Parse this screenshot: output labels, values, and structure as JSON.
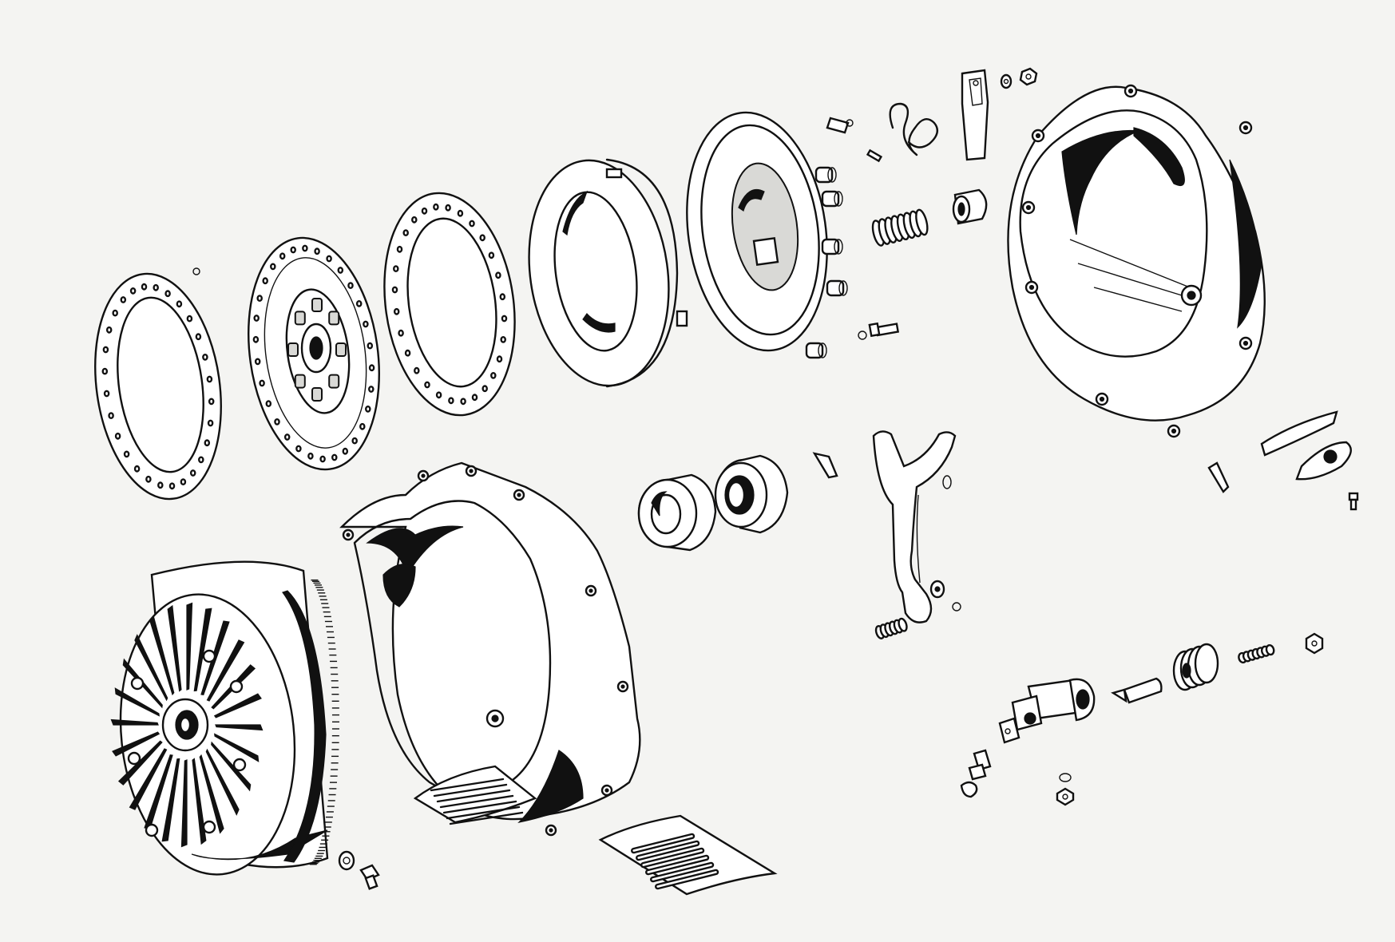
{
  "diagram": {
    "paper_color": "#f4f4f2",
    "ink_color": "#111111",
    "parts": [
      {
        "name": "clutch-facing-ring-front",
        "icon": "perforated-ring"
      },
      {
        "name": "clutch-driven-plate",
        "icon": "sprung-hub-disc"
      },
      {
        "name": "clutch-facing-ring-rear",
        "icon": "perforated-ring"
      },
      {
        "name": "pressure-plate",
        "icon": "flat-annulus"
      },
      {
        "name": "clutch-cover",
        "icon": "cover-assembly"
      },
      {
        "name": "cover-retaining-clip",
        "icon": "clip"
      },
      {
        "name": "retaining-spring-wire",
        "icon": "wire-spring"
      },
      {
        "name": "release-lever-strap",
        "icon": "strap"
      },
      {
        "name": "washer-and-nut-top",
        "icon": "washer-nut"
      },
      {
        "name": "thrust-spring",
        "icon": "coil-spring"
      },
      {
        "name": "spring-cup",
        "icon": "cup"
      },
      {
        "name": "adjusting-screw",
        "icon": "screw"
      },
      {
        "name": "bell-housing-rear",
        "icon": "housing-cover"
      },
      {
        "name": "release-bearing",
        "icon": "bearing"
      },
      {
        "name": "release-bearing-carrier",
        "icon": "bearing-carrier"
      },
      {
        "name": "taper-pin",
        "icon": "pin"
      },
      {
        "name": "release-fork",
        "icon": "fork"
      },
      {
        "name": "fork-return-spring",
        "icon": "small-spring"
      },
      {
        "name": "timing-cover-plate",
        "icon": "cover-plate"
      },
      {
        "name": "flywheel-with-fan",
        "icon": "flywheel"
      },
      {
        "name": "clutch-housing-front",
        "icon": "housing"
      },
      {
        "name": "housing-bottom-grille",
        "icon": "grille-plate"
      },
      {
        "name": "drain-plug-and-washer",
        "icon": "plug"
      },
      {
        "name": "slave-cylinder-body",
        "icon": "cylinder"
      },
      {
        "name": "slave-cylinder-piston",
        "icon": "piston"
      },
      {
        "name": "rubber-boot",
        "icon": "bellows"
      },
      {
        "name": "push-rod",
        "icon": "rod"
      },
      {
        "name": "lock-nut",
        "icon": "nut"
      },
      {
        "name": "bleed-screw",
        "icon": "bleed-nipple"
      },
      {
        "name": "union-nut",
        "icon": "nut"
      }
    ]
  }
}
